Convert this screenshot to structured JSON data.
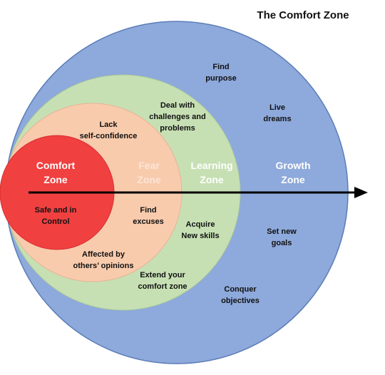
{
  "title": "The Comfort Zone",
  "colors": {
    "growth": "#8EA9DB",
    "learning": "#C6E0B4",
    "fear": "#F8CBAD",
    "comfort": "#F04040",
    "outline": "#5B7DB8",
    "arrow": "#000000",
    "zone_light": "#ffffff",
    "zone_fear": "#FBE5D6"
  },
  "zones": {
    "comfort": {
      "name_line1": "Comfort",
      "name_line2": "Zone",
      "notes": [
        [
          "Safe and in",
          "Control"
        ]
      ]
    },
    "fear": {
      "name_line1": "Fear",
      "name_line2": "Zone",
      "notes": [
        [
          "Lack",
          "self-confidence"
        ],
        [
          "Find",
          "excuses"
        ],
        [
          "Affected by",
          "others’ opinions"
        ]
      ]
    },
    "learning": {
      "name_line1": "Learning",
      "name_line2": "Zone",
      "notes": [
        [
          "Deal with",
          "challenges and",
          "problems"
        ],
        [
          "Acquire",
          "New skills"
        ],
        [
          "Extend your",
          "comfort zone"
        ]
      ]
    },
    "growth": {
      "name_line1": "Growth",
      "name_line2": "Zone",
      "notes": [
        [
          "Find",
          "purpose"
        ],
        [
          "Live",
          "dreams"
        ],
        [
          "Set new",
          "goals"
        ],
        [
          "Conquer",
          "objectives"
        ]
      ]
    }
  }
}
